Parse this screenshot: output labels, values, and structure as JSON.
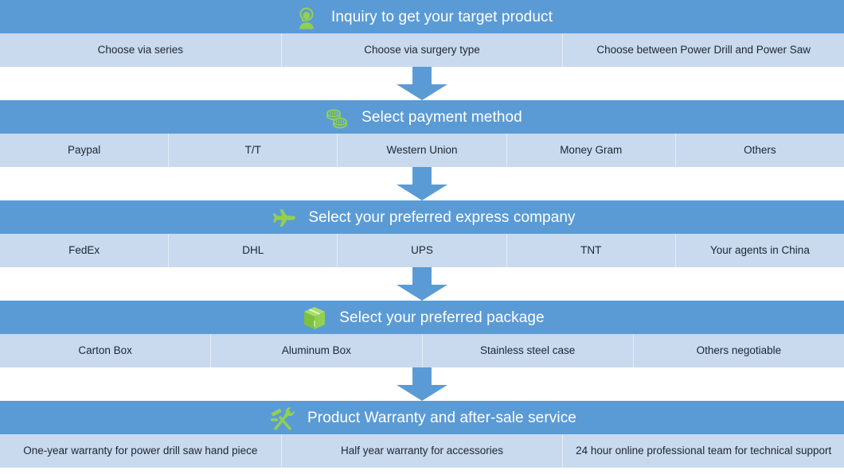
{
  "theme": {
    "header_blue": "#5B9BD5",
    "option_blue": "#C9D9EE",
    "divider": "#E4EDF8",
    "icon_green": "#92D050",
    "title_color": "#FFFFFF",
    "option_text_color": "#1B2733",
    "arrow_color": "#5B9BD5",
    "background": "#FFFFFF"
  },
  "steps": [
    {
      "icon": "customer-service-person-icon",
      "title": "Inquiry to get your target product",
      "options": [
        "Choose via series",
        "Choose via surgery type",
        "Choose  between Power Drill and Power Saw"
      ]
    },
    {
      "icon": "coins-money-icon",
      "title": "Select payment method",
      "options": [
        "Paypal",
        "T/T",
        "Western Union",
        "Money Gram",
        "Others"
      ]
    },
    {
      "icon": "airplane-icon",
      "title": "Select your preferred express company",
      "options": [
        "FedEx",
        "DHL",
        "UPS",
        "TNT",
        "Your agents in China"
      ]
    },
    {
      "icon": "package-box-icon",
      "title": "Select your preferred package",
      "options": [
        "Carton Box",
        "Aluminum Box",
        "Stainless steel case",
        "Others negotiable"
      ]
    },
    {
      "icon": "hammer-wrench-tools-icon",
      "title": "Product Warranty and after-sale service",
      "options": [
        "One-year warranty for power drill saw hand piece",
        "Half year warranty for accessories",
        "24 hour online professional team for technical support"
      ]
    }
  ],
  "connectors": {
    "icon": "down-arrow-icon",
    "count": 4
  }
}
